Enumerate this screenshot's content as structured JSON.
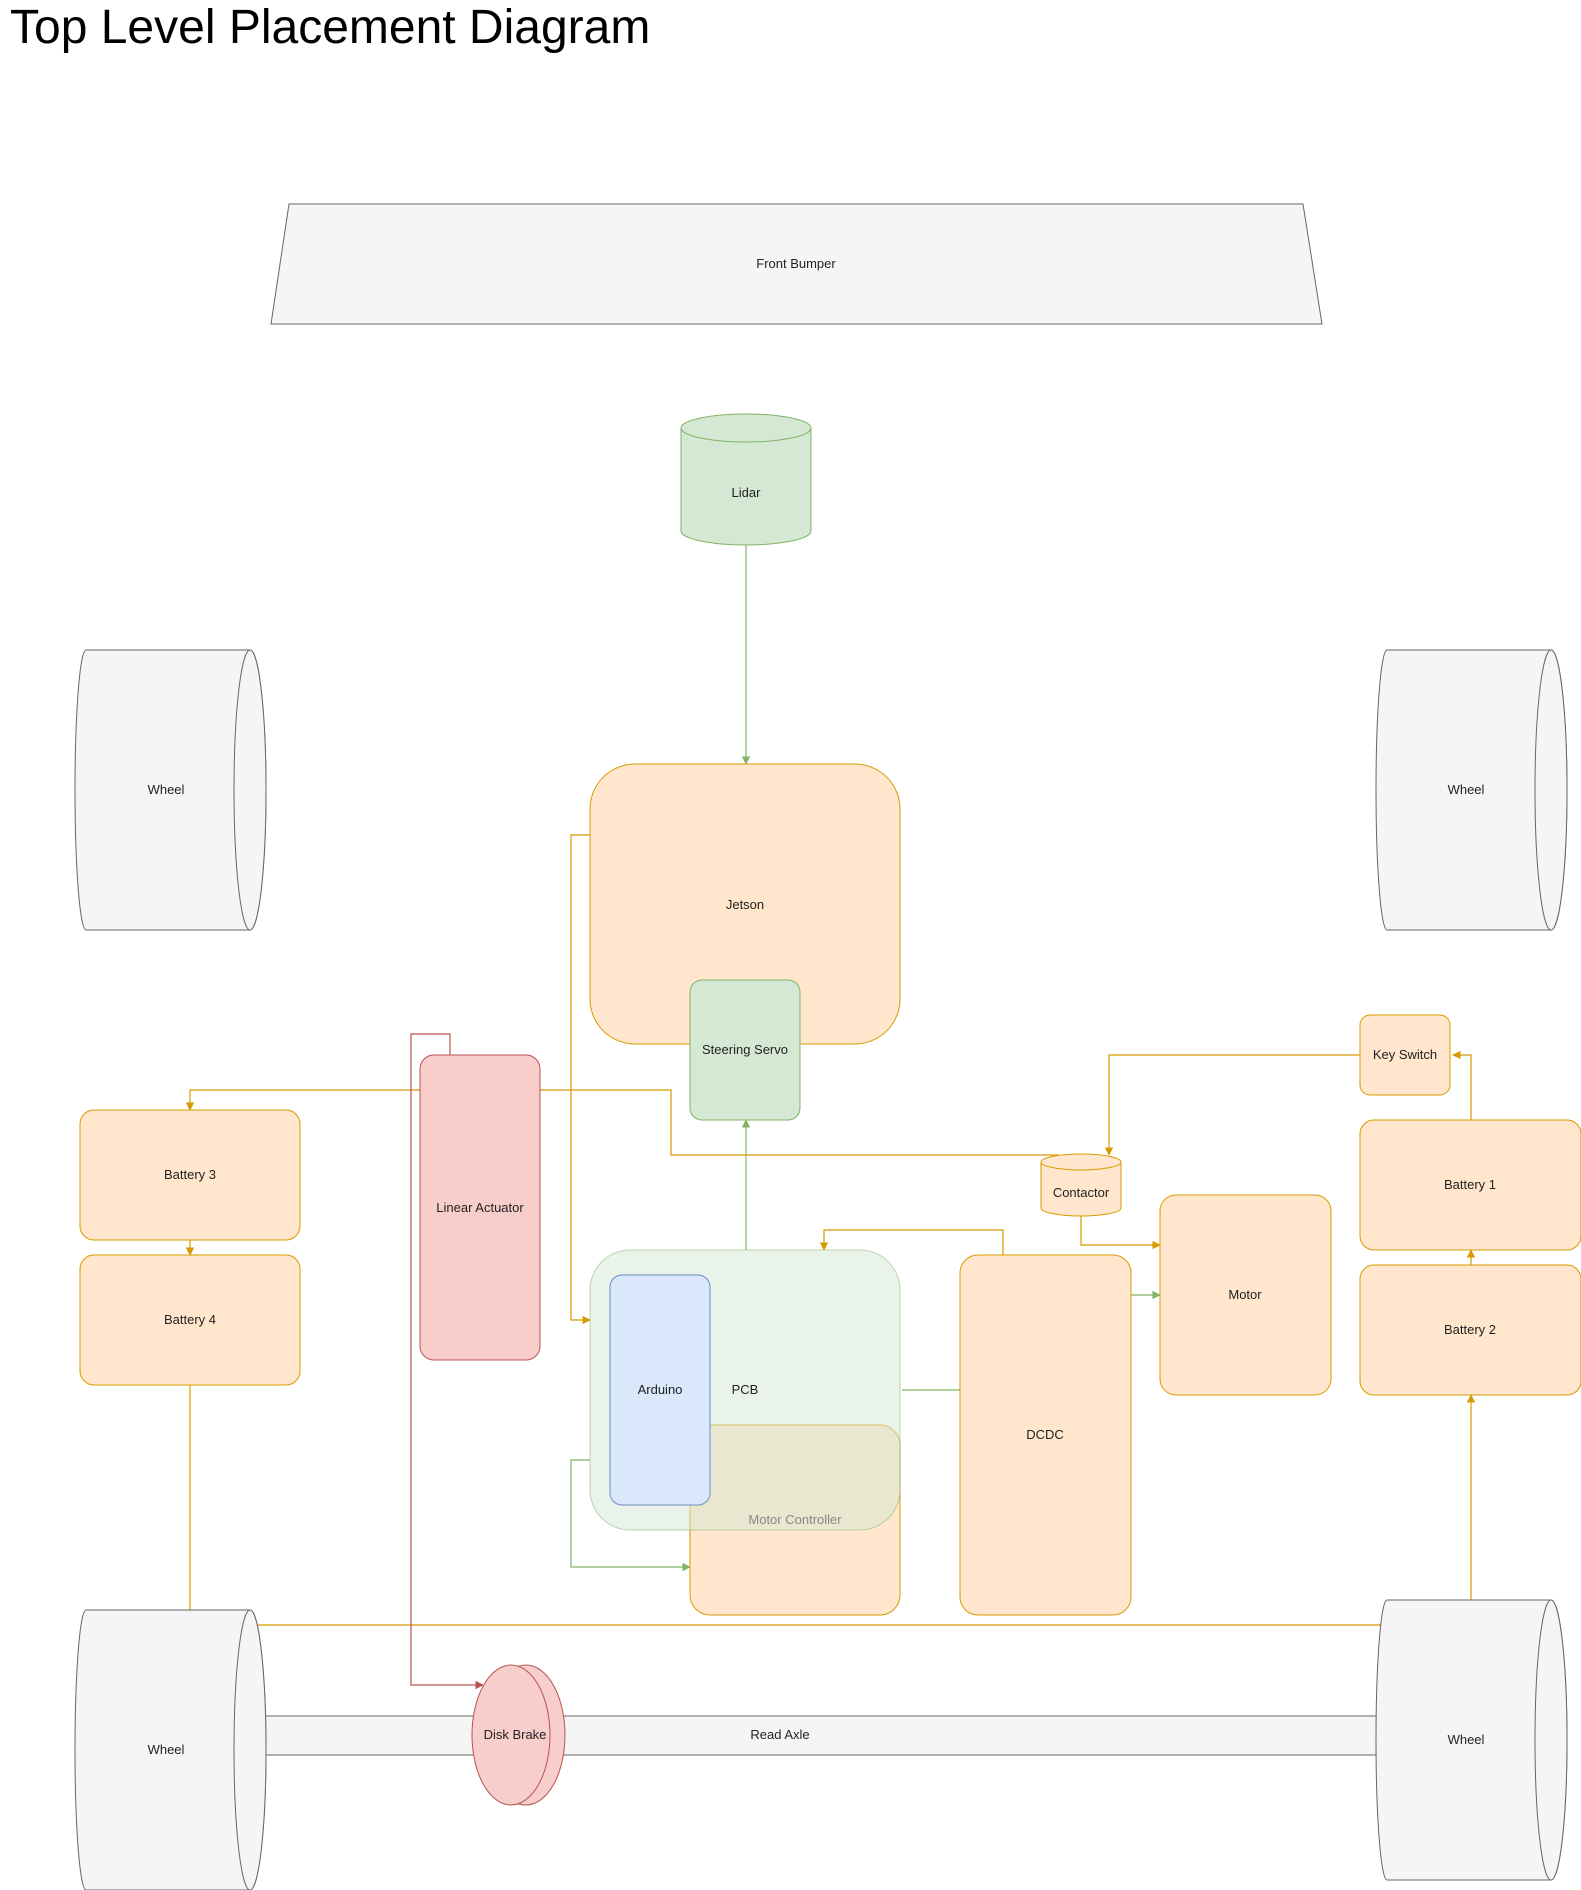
{
  "title": "Top Level Placement Diagram",
  "colors": {
    "orange_fill": "#ffe6cc",
    "orange_stroke": "#d79b00",
    "green_fill": "#d5e8d4",
    "green_stroke": "#82b366",
    "red_fill": "#f8cecc",
    "red_stroke": "#b85450",
    "blue_fill": "#dae8fc",
    "blue_stroke": "#6c8ebf",
    "gray_fill": "#f5f5f5",
    "gray_stroke": "#666666"
  },
  "nodes": {
    "front_bumper": "Front Bumper",
    "lidar": "Lidar",
    "wheel_front_left": "Wheel",
    "wheel_front_right": "Wheel",
    "wheel_rear_left": "Wheel",
    "wheel_rear_right": "Wheel",
    "jetson": "Jetson",
    "steering_servo": "Steering Servo",
    "key_switch": "Key Switch",
    "linear_actuator": "Linear Actuator",
    "battery_1": "Battery 1",
    "battery_2": "Battery 2",
    "battery_3": "Battery 3",
    "battery_4": "Battery 4",
    "contactor": "Contactor",
    "motor": "Motor",
    "pcb": "PCB",
    "arduino": "Arduino",
    "dcdc": "DCDC",
    "motor_controller": "Motor Controller",
    "disk_brake": "Disk Brake",
    "rear_axle": "Read Axle"
  }
}
